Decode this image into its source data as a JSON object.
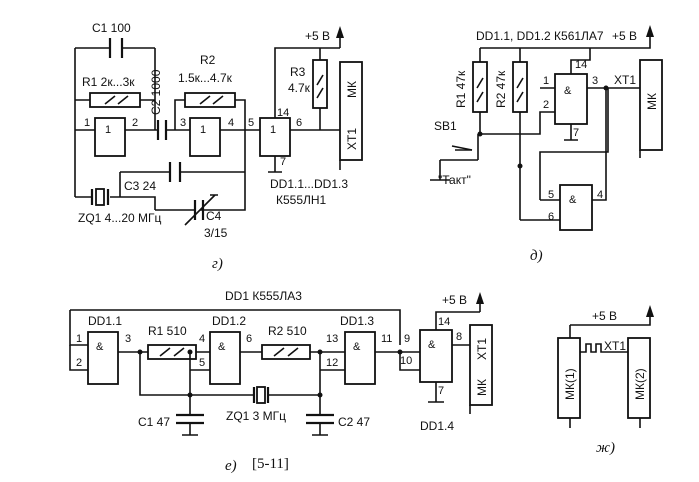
{
  "g": {
    "caption": "г)",
    "c1": "C1 100",
    "r1": "R1 2к...3к",
    "r2": "R2",
    "r2_val": "1.5к...4.7к",
    "c2": "C2 1000",
    "r3": "R3",
    "r3_val": "4.7к",
    "c3": "C3 24",
    "c4": "C4",
    "c4_val": "3/15",
    "zq1": "ZQ1 4...20 МГц",
    "vcc": "+5 В",
    "mk": "МК",
    "xt1": "XT1",
    "dd_label1": "DD1.1...DD1.3",
    "dd_label2": "К555ЛН1",
    "pins": {
      "p1": "1",
      "p2": "2",
      "p3": "3",
      "p4": "4",
      "p5": "5",
      "p6": "6",
      "p7": "7",
      "p14": "14"
    },
    "gate_sym": "1"
  },
  "d": {
    "caption": "д)",
    "title": "DD1.1, DD1.2 К561ЛА7",
    "vcc": "+5 В",
    "r1": "R1 47к",
    "r2": "R2 47к",
    "sb1": "SB1",
    "takt": "\"Такт\"",
    "xt1": "XT1",
    "mk": "МК",
    "gate_sym": "&",
    "pins": {
      "p1": "1",
      "p2": "2",
      "p3": "3",
      "p4": "4",
      "p5": "5",
      "p6": "6",
      "p7": "7",
      "p14": "14"
    }
  },
  "e": {
    "caption": "е)",
    "ref": "[5-11]",
    "title": "DD1 К555ЛА3",
    "vcc": "+5 В",
    "dd11": "DD1.1",
    "dd12": "DD1.2",
    "dd13": "DD1.3",
    "dd14": "DD1.4",
    "r1": "R1 510",
    "r2": "R2 510",
    "c1": "C1 47",
    "c2": "C2 47",
    "zq1": "ZQ1 3 МГц",
    "xt1": "XT1",
    "mk": "МК",
    "gate_sym": "&",
    "pins": {
      "p1": "1",
      "p2": "2",
      "p3": "3",
      "p4": "4",
      "p5": "5",
      "p6": "6",
      "p7": "7",
      "p8": "8",
      "p9": "9",
      "p10": "10",
      "p11": "11",
      "p12": "12",
      "p13": "13",
      "p14": "14"
    }
  },
  "zh": {
    "caption": "ж)",
    "vcc": "+5 В",
    "xt1": "XT1",
    "mk1": "МК(1)",
    "mk2": "МК(2)"
  }
}
